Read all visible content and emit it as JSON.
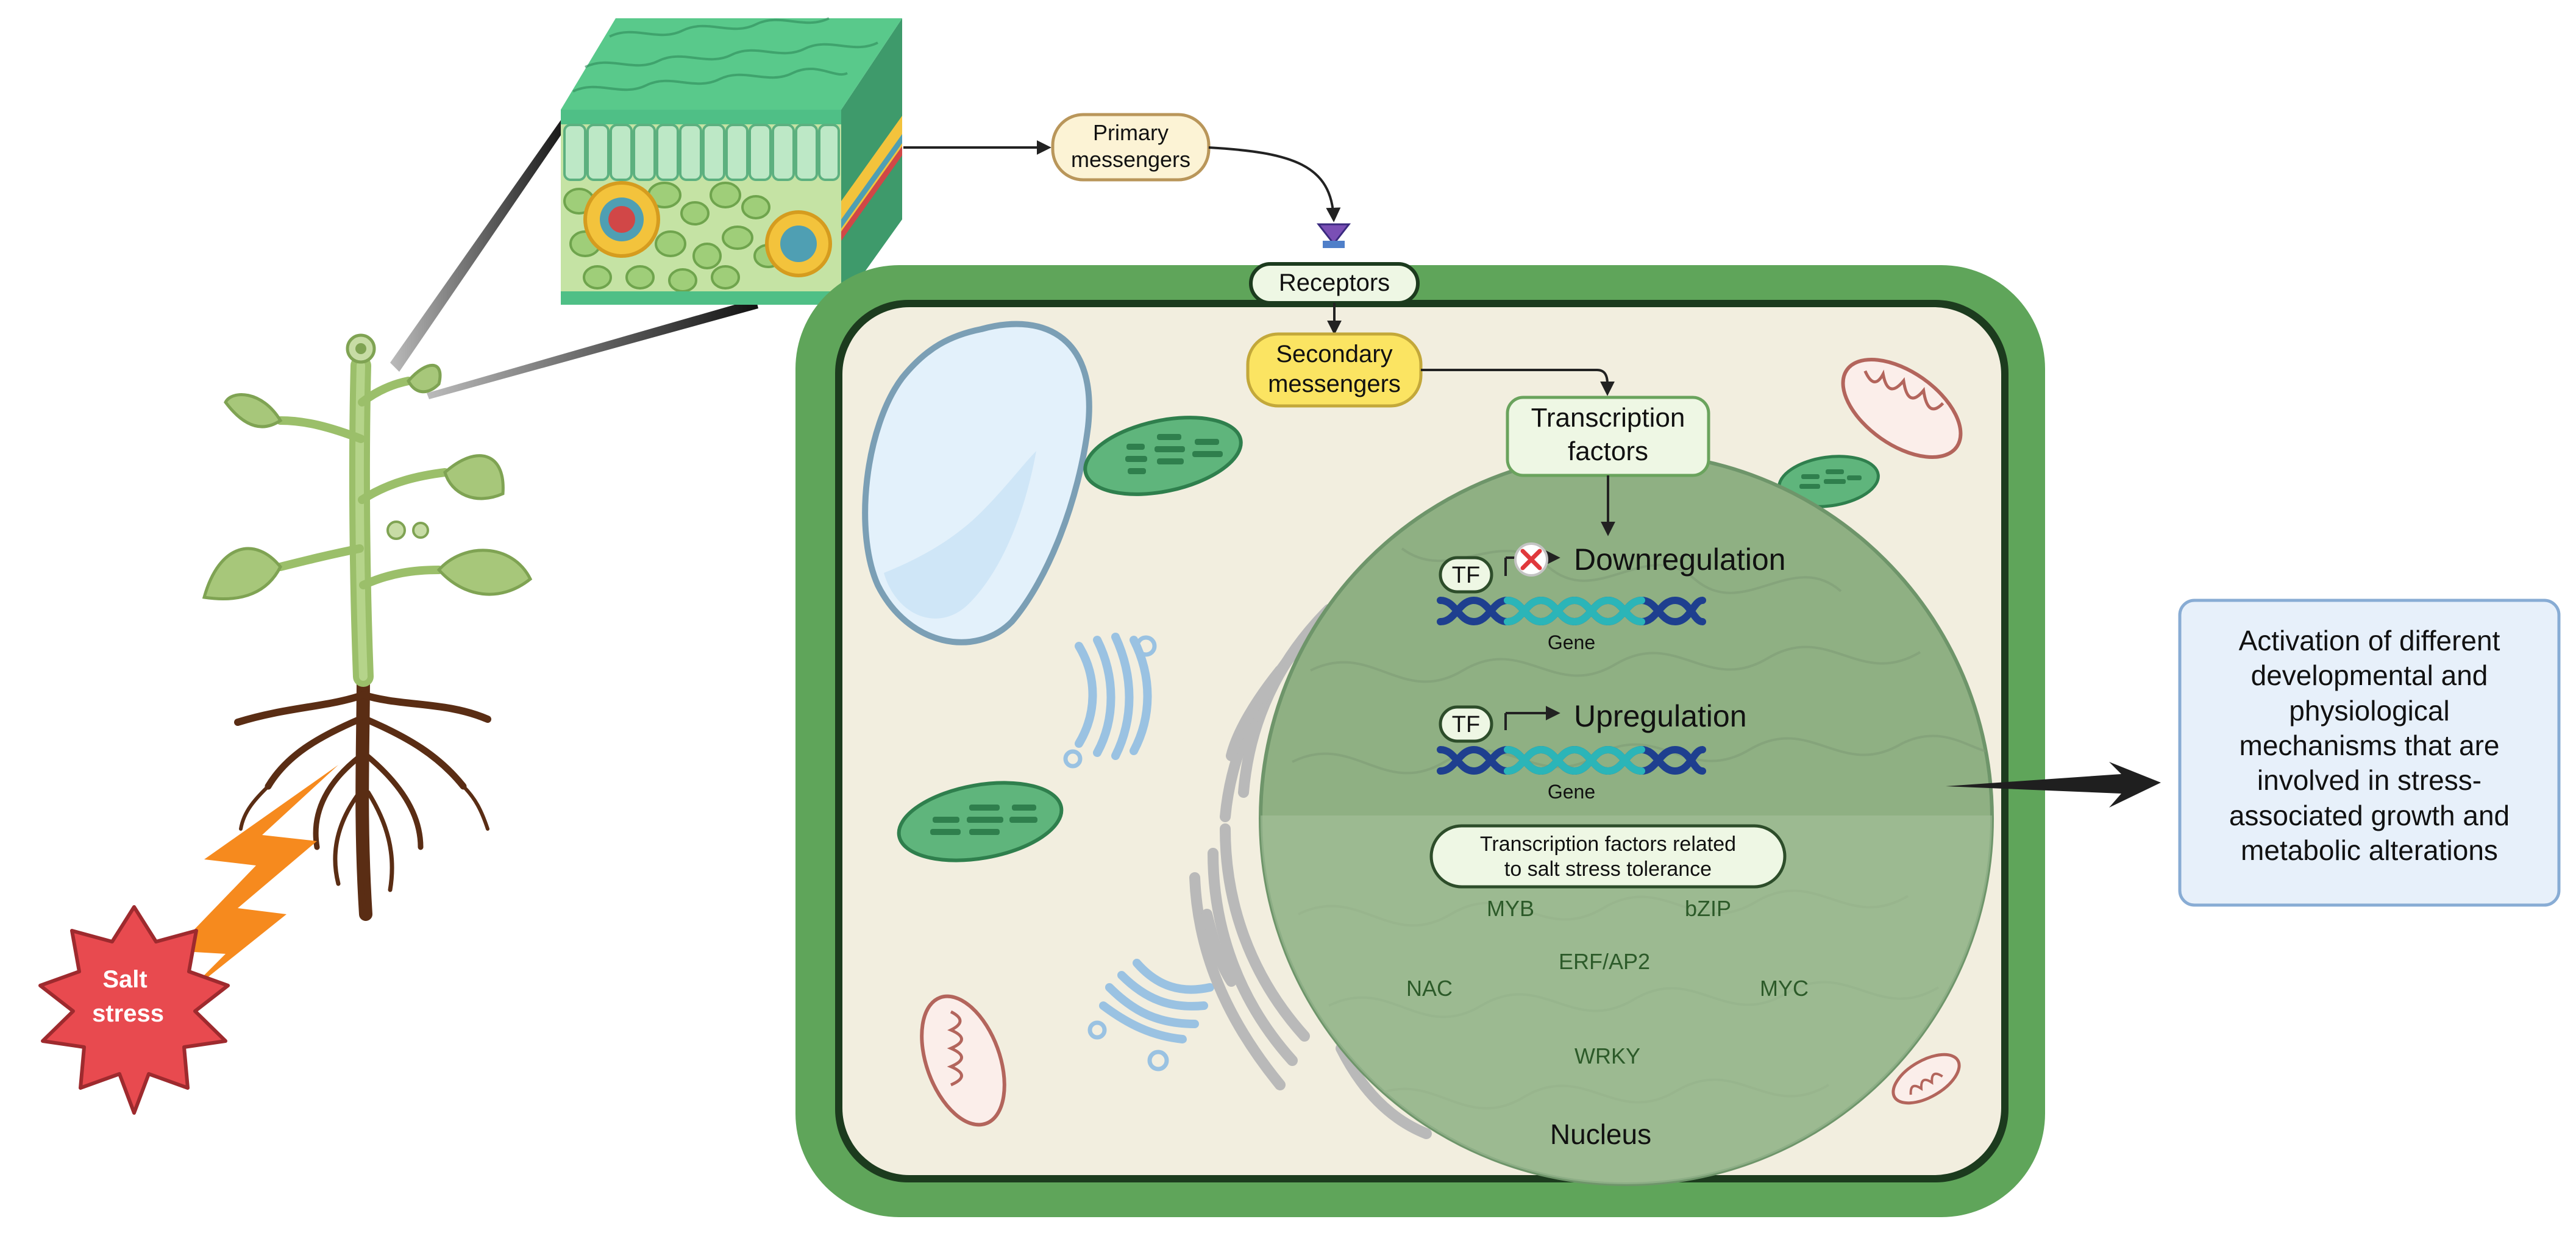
{
  "salt_stress": {
    "line1": "Salt",
    "line2": "stress"
  },
  "messengers": {
    "primary_line1": "Primary",
    "primary_line2": "messengers",
    "receptors": "Receptors",
    "secondary_line1": "Secondary",
    "secondary_line2": "messengers",
    "tf_line1": "Transcription",
    "tf_line2": "factors"
  },
  "nucleus": {
    "label": "Nucleus",
    "tf_badge": "TF",
    "downregulation": "Downregulation",
    "upregulation": "Upregulation",
    "gene": "Gene",
    "salt_tf_line1": "Transcription factors related",
    "salt_tf_line2": "to salt stress tolerance",
    "families": [
      "MYB",
      "bZIP",
      "ERF/AP2",
      "NAC",
      "MYC",
      "WRKY"
    ]
  },
  "outcome": {
    "lines": [
      "Activation of different",
      "developmental and",
      "physiological",
      "mechanisms that are",
      "involved in stress-",
      "associated growth and",
      "metabolic alterations"
    ]
  },
  "colors": {
    "cell_wall": "#5fa55a",
    "cytoplasm": "#f2eedf",
    "nucleus": "#8fb083",
    "secondary_box": "#fbe462",
    "primary_box": "#fcf3d5",
    "tf_box": "#eef7e4",
    "outcome_box": "#e7f0fa",
    "salt_star": "#e84a4f",
    "lightning": "#f68a1e"
  }
}
